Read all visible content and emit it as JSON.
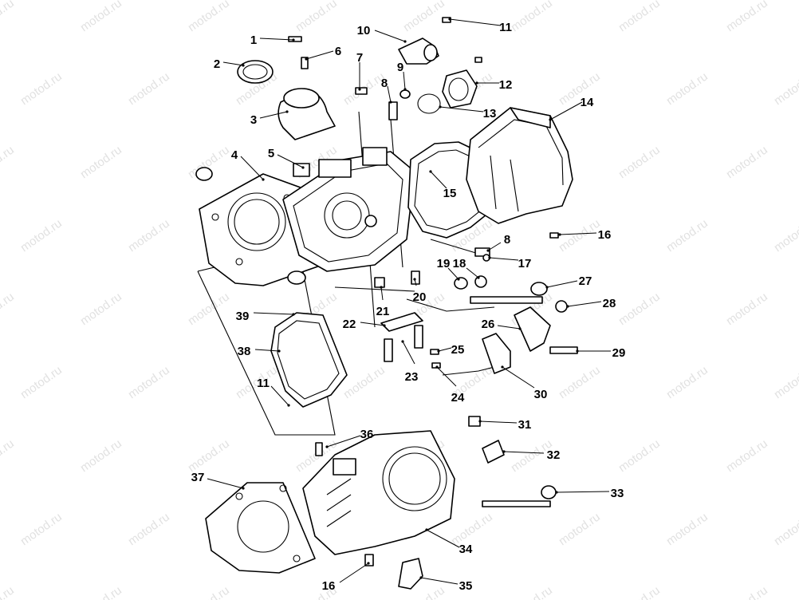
{
  "watermark": "motod.ru",
  "callouts": [
    "1",
    "2",
    "3",
    "4",
    "5",
    "6",
    "7",
    "8",
    "9",
    "10",
    "11",
    "12",
    "13",
    "14",
    "15",
    "16",
    "8",
    "17",
    "19",
    "18",
    "27",
    "28",
    "21",
    "20",
    "39",
    "22",
    "26",
    "38",
    "25",
    "29",
    "23",
    "11",
    "24",
    "30",
    "31",
    "36",
    "32",
    "37",
    "33",
    "34",
    "16",
    "35"
  ],
  "colors": {
    "ink": "#000000",
    "paper": "#ffffff",
    "watermark": "#c9c9c9"
  }
}
